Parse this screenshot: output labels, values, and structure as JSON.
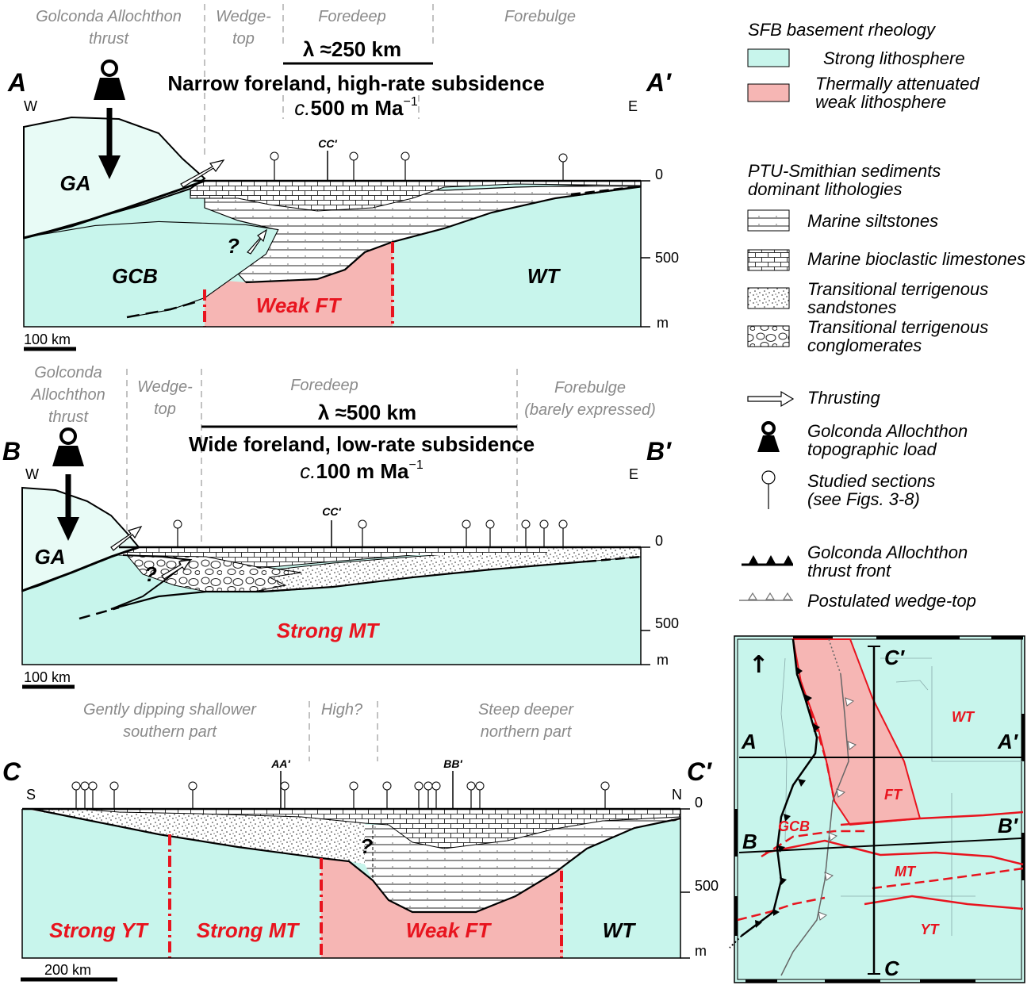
{
  "colors": {
    "strong": "#c8f5ec",
    "weak": "#f6b6b4",
    "red_text": "#e8141e",
    "zone_text": "#8a8a8a"
  },
  "sectionA": {
    "zone_thrust": [
      "Golconda Allochthon",
      "thrust"
    ],
    "zone_wedge": [
      "Wedge-",
      "top"
    ],
    "zone_foredeep": "Foredeep",
    "zone_forebulge": "Forebulge",
    "lambda": "λ ≈250 km",
    "headline": "Narrow foreland, high-rate subsidence",
    "rate_prefix": "c.",
    "rate_value": "500 m Ma",
    "rate_exp": "−1",
    "label_left": "A",
    "label_right": "A′",
    "west": "W",
    "east": "E",
    "section_tag": "CC′",
    "ga": "GA",
    "gcb": "GCB",
    "wt": "WT",
    "weak": "Weak FT",
    "question": "?",
    "ticks": [
      "0",
      "500",
      "m"
    ],
    "scale": "100 km"
  },
  "sectionB": {
    "zone_thrust": [
      "Golconda",
      "Allochthon",
      "thrust"
    ],
    "zone_wedge": [
      "Wedge-",
      "top"
    ],
    "zone_foredeep": "Foredeep",
    "zone_forebulge": [
      "Forebulge",
      "(barely expressed)"
    ],
    "lambda": "λ ≈500 km",
    "headline": "Wide foreland, low-rate subsidence",
    "rate_prefix": "c.",
    "rate_value": "100 m Ma",
    "rate_exp": "−1",
    "label_left": "B",
    "label_right": "B′",
    "west": "W",
    "east": "E",
    "section_tag": "CC′",
    "ga": "GA",
    "strong": "Strong MT",
    "question": "?",
    "ticks": [
      "0",
      "500",
      "m"
    ],
    "scale": "100 km"
  },
  "sectionC": {
    "zone_south": [
      "Gently dipping shallower",
      "southern part"
    ],
    "zone_high": "High?",
    "zone_north": [
      "Steep deeper",
      "northern part"
    ],
    "label_left": "C",
    "label_right": "C′",
    "south": "S",
    "north": "N",
    "tag_aa": "AA′",
    "tag_bb": "BB′",
    "question": "?",
    "yt": "Strong YT",
    "mt": "Strong MT",
    "ft": "Weak FT",
    "wt": "WT",
    "ticks": [
      "0",
      "500",
      "m"
    ],
    "scale": "200 km"
  },
  "legend": {
    "rheology_title": "SFB basement rheology",
    "strong": "Strong lithosphere",
    "weak": [
      "Thermally attenuated",
      "weak lithosphere"
    ],
    "sed_title": [
      "PTU-Smithian sediments",
      "dominant lithologies"
    ],
    "siltstones": "Marine siltstones",
    "limestones": "Marine bioclastic limestones",
    "sandstones": [
      "Transitional terrigenous",
      "sandstones"
    ],
    "conglomerates": [
      "Transitional terrigenous",
      "conglomerates"
    ],
    "thrusting": "Thrusting",
    "load": [
      "Golconda Allochthon",
      "topographic load"
    ],
    "sections": [
      "Studied sections",
      "(see Figs. 3-8)"
    ],
    "front": [
      "Golconda Allochthon",
      "thrust front"
    ],
    "wedge": "Postulated wedge-top"
  },
  "map": {
    "north_arrow": "↑",
    "a": "A",
    "a_prime": "A′",
    "b": "B",
    "b_prime": "B′",
    "c": "C",
    "c_prime": "C′",
    "wt": "WT",
    "ft": "FT",
    "gcb": "GCB",
    "mt": "MT",
    "yt": "YT"
  }
}
